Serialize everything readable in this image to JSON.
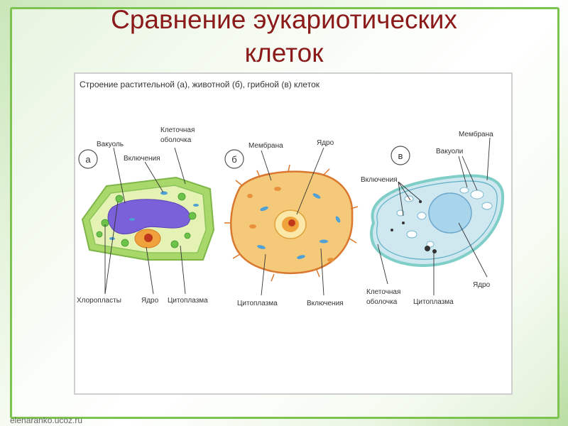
{
  "slide": {
    "title_line1": "Сравнение эукариотических",
    "title_line2": "клеток",
    "footer": "elenaranko.ucoz.ru"
  },
  "figure": {
    "caption": "Строение растительной (а), животной (б), грибной (в) клеток",
    "plant": {
      "letter": "а",
      "vacuole": "Вакуоль",
      "inclusions": "Включения",
      "cell_wall_1": "Клеточная",
      "cell_wall_2": "оболочка",
      "chloroplasts": "Хлоропласты",
      "nucleus": "Ядро",
      "cytoplasm": "Цитоплазма"
    },
    "animal": {
      "letter": "б",
      "membrane": "Мембрана",
      "nucleus": "Ядро",
      "cytoplasm": "Цитоплазма",
      "inclusions": "Включения"
    },
    "fungal": {
      "letter": "в",
      "membrane": "Мембрана",
      "vacuoles": "Вакуоли",
      "inclusions": "Включения",
      "cell_wall_1": "Клеточная",
      "cell_wall_2": "оболочка",
      "cytoplasm": "Цитоплазма",
      "nucleus": "Ядро"
    }
  },
  "colors": {
    "title": "#8b1a1a",
    "frame": "#7dc34f",
    "plant_wall": "#9ccf5a",
    "plant_cytoplasm": "#dff0a8",
    "vacuole": "#7b61d9",
    "animal_cytoplasm": "#f3c77a",
    "animal_membrane": "#d9782e",
    "fungal_wall": "#7fcfc8",
    "fungal_cytoplasm": "#cfe7ef"
  }
}
